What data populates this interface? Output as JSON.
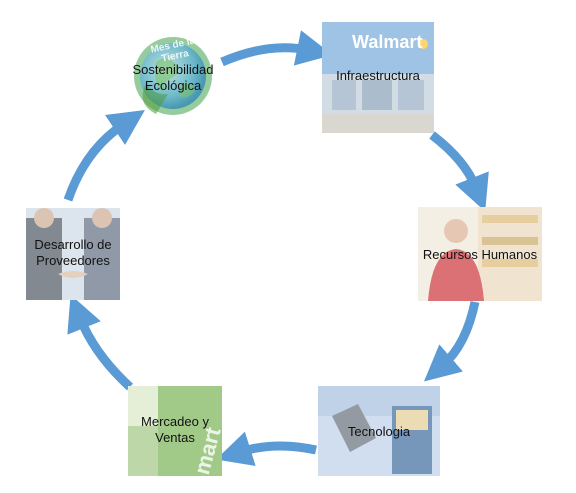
{
  "nodes": {
    "sostenibilidad": {
      "label_line1": "Sostenibilidad",
      "label_line2": "Ecológica",
      "badge_text": "Mes de la Tierra"
    },
    "infraestructura": {
      "label": "Infraestructura",
      "sign_text": "Walmart"
    },
    "recursos": {
      "label": "Recursos Humanos"
    },
    "tecnologia": {
      "label": "Tecnologia"
    },
    "mercadeo": {
      "label_line1": "Mercadeo y",
      "label_line2": "Ventas",
      "sign_text": "mart"
    },
    "desarrollo": {
      "label_line1": "Desarrollo de",
      "label_line2": "Proveedores"
    }
  },
  "colors": {
    "arrow": "#5b9bd5",
    "walmart_blue": "#1f6fb8",
    "walmart_yellow": "#ffc220"
  }
}
